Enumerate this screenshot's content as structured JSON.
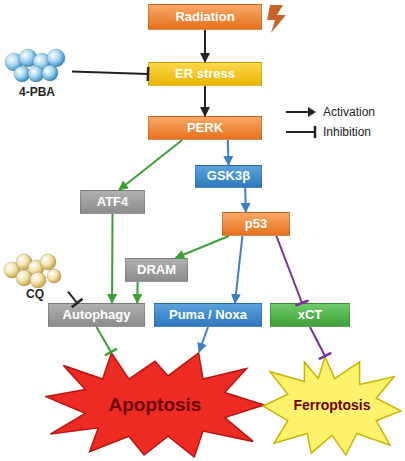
{
  "diagram": {
    "nodes": [
      {
        "text": [
          "Radiation"
        ]
      },
      {
        "text": [
          "4-PBA"
        ]
      },
      {
        "text": [
          "ER stress"
        ]
      },
      {
        "text": [
          "PERK"
        ]
      },
      {
        "text": [
          "ATF4"
        ]
      },
      {
        "text": [
          "GSK3β"
        ]
      },
      {
        "text": [
          "p53"
        ]
      },
      {
        "text": [
          "DRAM"
        ]
      },
      {
        "text": [
          "CQ"
        ]
      },
      {
        "text": [
          "Autophagy"
        ]
      },
      {
        "text": [
          "Puma / Noxa"
        ]
      },
      {
        "text": [
          "xCT"
        ]
      },
      {
        "text": [
          "Apoptosis"
        ]
      },
      {
        "text": [
          "Ferroptosis"
        ]
      }
    ],
    "edges": [
      {
        "from": 0,
        "to": 2,
        "arrow": "to"
      },
      {
        "from": 1,
        "to": 2,
        "arrow": "to"
      },
      {
        "from": 2,
        "to": 3,
        "arrow": "to"
      },
      {
        "from": 3,
        "to": 4,
        "arrow": "to"
      },
      {
        "from": 3,
        "to": 5,
        "arrow": "to"
      },
      {
        "from": 5,
        "to": 6,
        "arrow": "to"
      },
      {
        "from": 4,
        "to": 9,
        "arrow": "to"
      },
      {
        "from": 6,
        "to": 7,
        "arrow": "to"
      },
      {
        "from": 7,
        "to": 9,
        "arrow": "to"
      },
      {
        "from": 8,
        "to": 9,
        "arrow": "to"
      },
      {
        "from": 6,
        "to": 10,
        "arrow": "to"
      },
      {
        "from": 6,
        "to": 11,
        "arrow": "to"
      },
      {
        "from": 9,
        "to": 12,
        "arrow": "to"
      },
      {
        "from": 10,
        "to": 12,
        "arrow": "to"
      },
      {
        "from": 11,
        "to": 13,
        "arrow": "to"
      }
    ],
    "legend": [
      {
        "text": "Activation"
      },
      {
        "text": "Inhibition"
      }
    ]
  }
}
